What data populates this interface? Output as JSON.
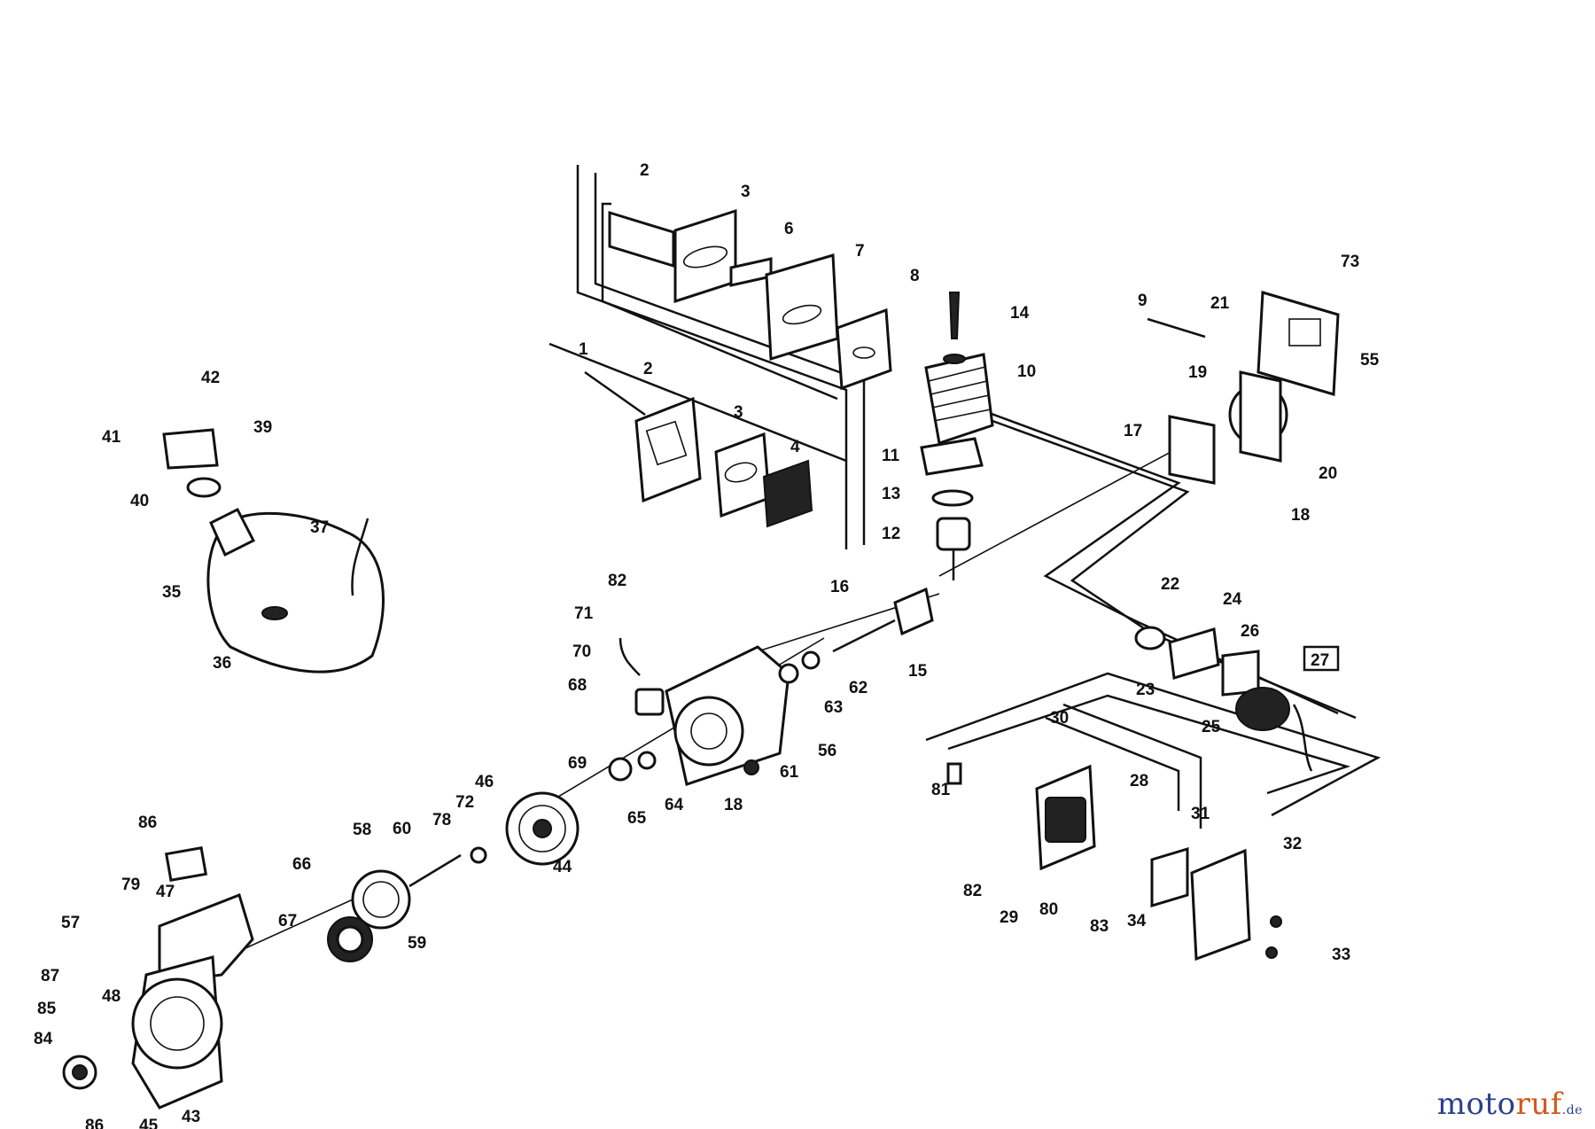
{
  "labels": [
    {
      "id": "p2-top",
      "text": "2"
    },
    {
      "id": "p3-top",
      "text": "3"
    },
    {
      "id": "p6",
      "text": "6"
    },
    {
      "id": "p7",
      "text": "7"
    },
    {
      "id": "p8",
      "text": "8"
    },
    {
      "id": "p14",
      "text": "14"
    },
    {
      "id": "p10",
      "text": "10"
    },
    {
      "id": "p11",
      "text": "11"
    },
    {
      "id": "p13",
      "text": "13"
    },
    {
      "id": "p12",
      "text": "12"
    },
    {
      "id": "p1",
      "text": "1"
    },
    {
      "id": "p2-mid",
      "text": "2"
    },
    {
      "id": "p3-mid",
      "text": "3"
    },
    {
      "id": "p4",
      "text": "4"
    },
    {
      "id": "p9",
      "text": "9"
    },
    {
      "id": "p73",
      "text": "73"
    },
    {
      "id": "p21",
      "text": "21"
    },
    {
      "id": "p55",
      "text": "55"
    },
    {
      "id": "p19",
      "text": "19"
    },
    {
      "id": "p17",
      "text": "17"
    },
    {
      "id": "p20",
      "text": "20"
    },
    {
      "id": "p18-right",
      "text": "18"
    },
    {
      "id": "p42",
      "text": "42"
    },
    {
      "id": "p41",
      "text": "41"
    },
    {
      "id": "p39",
      "text": "39"
    },
    {
      "id": "p40",
      "text": "40"
    },
    {
      "id": "p37",
      "text": "37"
    },
    {
      "id": "p35",
      "text": "35"
    },
    {
      "id": "p36",
      "text": "36"
    },
    {
      "id": "p16",
      "text": "16"
    },
    {
      "id": "p15",
      "text": "15"
    },
    {
      "id": "p82-top",
      "text": "82"
    },
    {
      "id": "p71",
      "text": "71"
    },
    {
      "id": "p70",
      "text": "70"
    },
    {
      "id": "p68",
      "text": "68"
    },
    {
      "id": "p69",
      "text": "69"
    },
    {
      "id": "p62",
      "text": "62"
    },
    {
      "id": "p63",
      "text": "63"
    },
    {
      "id": "p56",
      "text": "56"
    },
    {
      "id": "p61-mid",
      "text": "61"
    },
    {
      "id": "p65",
      "text": "65"
    },
    {
      "id": "p64",
      "text": "64"
    },
    {
      "id": "p18-mid",
      "text": "18"
    },
    {
      "id": "p22",
      "text": "22"
    },
    {
      "id": "p24",
      "text": "24"
    },
    {
      "id": "p26",
      "text": "26"
    },
    {
      "id": "p27",
      "text": "27"
    },
    {
      "id": "p23",
      "text": "23"
    },
    {
      "id": "p25",
      "text": "25"
    },
    {
      "id": "p30",
      "text": "30"
    },
    {
      "id": "p28",
      "text": "28"
    },
    {
      "id": "p81",
      "text": "81"
    },
    {
      "id": "p31",
      "text": "31"
    },
    {
      "id": "p32",
      "text": "32"
    },
    {
      "id": "p82-right",
      "text": "82"
    },
    {
      "id": "p29",
      "text": "29"
    },
    {
      "id": "p80-right",
      "text": "80"
    },
    {
      "id": "p83",
      "text": "83"
    },
    {
      "id": "p34",
      "text": "34"
    },
    {
      "id": "p33",
      "text": "33"
    },
    {
      "id": "p46",
      "text": "46"
    },
    {
      "id": "p72",
      "text": "72"
    },
    {
      "id": "p78",
      "text": "78"
    },
    {
      "id": "p44",
      "text": "44"
    },
    {
      "id": "p58",
      "text": "58"
    },
    {
      "id": "p60-top",
      "text": "60"
    },
    {
      "id": "p86-top",
      "text": "86"
    },
    {
      "id": "p66",
      "text": "66"
    },
    {
      "id": "p67",
      "text": "67"
    },
    {
      "id": "p59",
      "text": "59"
    },
    {
      "id": "p79",
      "text": "79"
    },
    {
      "id": "p47",
      "text": "47"
    },
    {
      "id": "p57",
      "text": "57"
    },
    {
      "id": "p48",
      "text": "48"
    },
    {
      "id": "p87",
      "text": "87"
    },
    {
      "id": "p85",
      "text": "85"
    },
    {
      "id": "p84",
      "text": "84"
    },
    {
      "id": "p43",
      "text": "43"
    },
    {
      "id": "p86-bottom",
      "text": "86"
    },
    {
      "id": "p45",
      "text": "45"
    }
  ],
  "watermark": {
    "brand_a": "moto",
    "brand_b": "ruf",
    "suffix": ".de"
  }
}
